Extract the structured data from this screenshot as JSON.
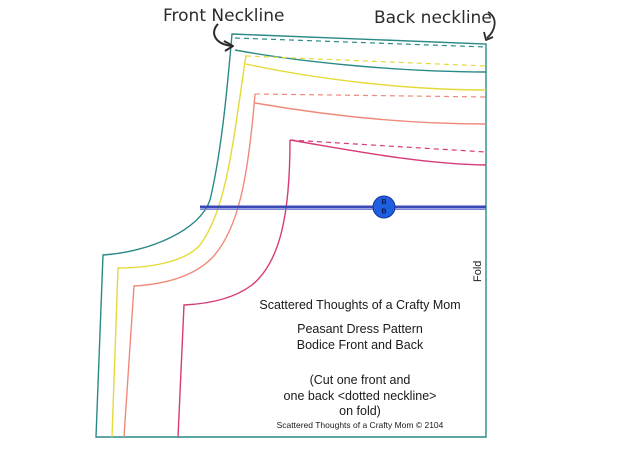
{
  "annotations": {
    "front_neckline": "Front Neckline",
    "back_neckline": "Back neckline",
    "fold": "Fold"
  },
  "pattern_info": {
    "author": "Scattered Thoughts of a Crafty Mom",
    "title_line1": "Peasant Dress Pattern",
    "title_line2": "Bodice Front and Back",
    "instruction_line1": "(Cut one front and",
    "instruction_line2": "one back <dotted neckline>",
    "instruction_line3": "on fold)",
    "copyright": "Scattered Thoughts of a Crafty Mom © 2104"
  },
  "button_marker": {
    "top_letter": "B",
    "bottom_letter": "B"
  },
  "colors": {
    "outer_outline": "#2a8a86",
    "size_yellow": "#e6d93a",
    "size_salmon": "#ef8a7a",
    "size_pink": "#d63a78",
    "placement_line": "#3b48b8",
    "button_fill": "#1f5fe0"
  }
}
